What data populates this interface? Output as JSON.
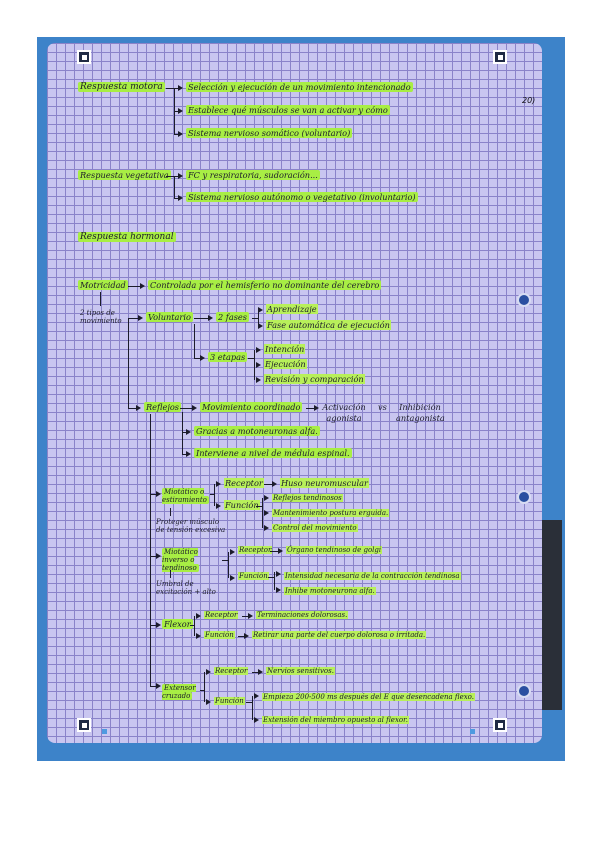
{
  "page_marker": "20)",
  "section1": {
    "title": "Respuesta motora",
    "items": [
      "Selección y ejecución de un movimiento intencionado",
      "Establece qué músculos se van a activar y cómo",
      "Sistema nervioso somático (voluntario)"
    ]
  },
  "section2": {
    "title": "Respuesta vegetativa",
    "items": [
      "FC y respiratoria, sudoración...",
      "Sistema nervioso autónomo o vegetativo (involuntario)"
    ]
  },
  "section3": {
    "title": "Respuesta hormonal"
  },
  "motricidad": {
    "title": "Motricidad",
    "controlled": "Controlada por el hemisferio no dominante del cerebro",
    "types": "2 tipos de movimiento",
    "voluntario": {
      "label": "Voluntario",
      "fases": "2 fases",
      "fases_items": [
        "Aprendizaje",
        "Fase automática de ejecución"
      ],
      "etapas": "3 etapas",
      "etapas_items": [
        "Intención",
        "Ejecución",
        "Revisión y comparación"
      ]
    },
    "reflejos": {
      "label": "Reflejos",
      "items": [
        "Movimiento coordinado",
        "Gracias a motoneuronas alfa.",
        "Interviene a nivel de médula espinal."
      ],
      "activacion": "Activación agonista",
      "vs": "vs",
      "inhibicion": "Inhibición antagonista",
      "miotatico": {
        "label": "Miotático o estiramiento",
        "note": "Proteger músculo de tensión excesiva",
        "receptor_label": "Receptor",
        "receptor": "Huso neuromuscular",
        "funcion_label": "Función",
        "funcion_items": [
          "Reflejos tendinosos",
          "Mantenimiento postura erguida.",
          "Control del movimiento"
        ]
      },
      "miotatico_inverso": {
        "label": "Miotático inverso o tendinoso",
        "note": "Umbral de excitación + alto",
        "receptor_label": "Receptor",
        "receptor": "Órgano tendinoso de golgi",
        "funcion_label": "Función",
        "funcion_items": [
          "Intensidad necesaria de la contracción tendinosa",
          "Inhibe motoneurona alfa."
        ]
      },
      "flexor": {
        "label": "Flexor",
        "receptor_label": "Receptor",
        "receptor": "Terminaciones dolorosas.",
        "funcion_label": "Función",
        "funcion": "Retirar una parte del cuerpo dolorosa o irritada."
      },
      "extensor": {
        "label": "Extensor cruzado",
        "receptor_label": "Receptor",
        "receptor": "Nervios sensitivos.",
        "funcion_label": "Función",
        "funcion_items": [
          "Empieza 200-500 ms después del E que desencadena flexo.",
          "Extensión del miembro opuesto al flexor."
        ]
      }
    }
  }
}
